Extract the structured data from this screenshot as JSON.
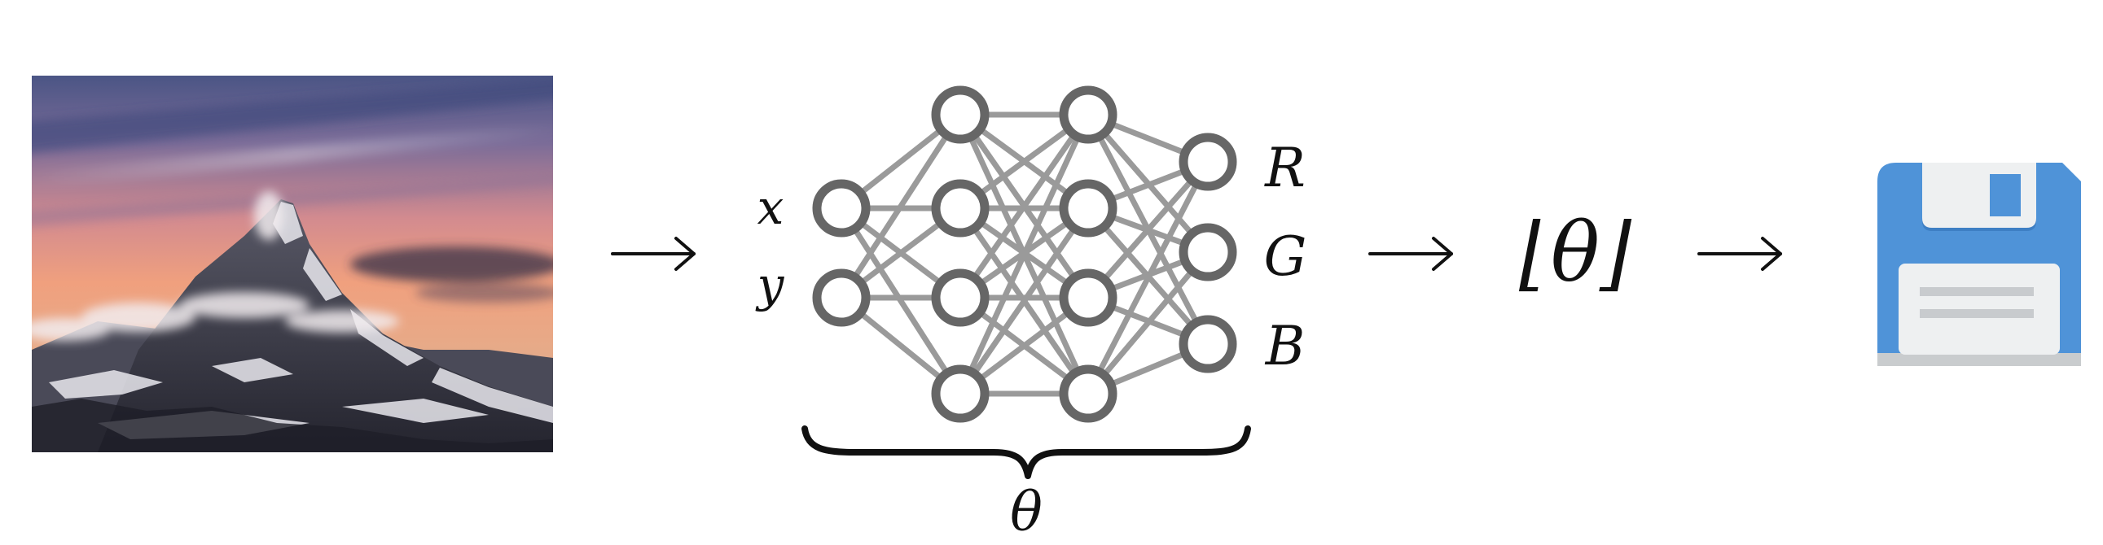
{
  "inputs": [
    "x",
    "y"
  ],
  "outputs": [
    "R",
    "G",
    "B"
  ],
  "params_label": "θ",
  "quantized_label": "⌊θ⌋",
  "arrow_glyph": "→",
  "colors": {
    "node_stroke": "#666666",
    "edge": "#9a9a9a",
    "brace": "#111111",
    "disk_body": "#4f93d8",
    "disk_label": "#eef0f1",
    "disk_shutter": "#eef0f1",
    "disk_shutter_slot": "#4f93d8",
    "disk_lines": "#c8cbce",
    "disk_bottom": "#c9ccce"
  },
  "icons": [
    "mountain-photo",
    "floppy-disk-icon"
  ]
}
